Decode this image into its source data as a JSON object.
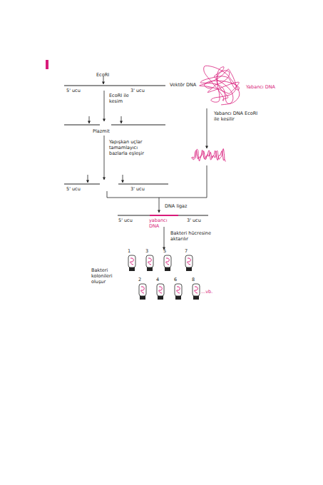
{
  "diagram": {
    "labels": [
      "EcoRI",
      "Vektör DNA",
      "5' ucu",
      "3' ucu",
      "Yabancı DNA",
      "EcoRI ile kesim",
      "Plazmit",
      "Yabancı DNA EcoRI ile kesilir",
      "Yapışkan uçlar tamamlayıcı bazlarla eşleşir",
      "5' ucu",
      "3' ucu",
      "DNA ligaz",
      "5' ucu",
      "yabancı DNA",
      "3' ucu",
      "Bakteri hücresine aktarılır",
      "1",
      "3",
      "5",
      "7",
      "2",
      "4",
      "6",
      "8",
      "Bakteri kolonileri oluşur",
      "...vb."
    ]
  }
}
